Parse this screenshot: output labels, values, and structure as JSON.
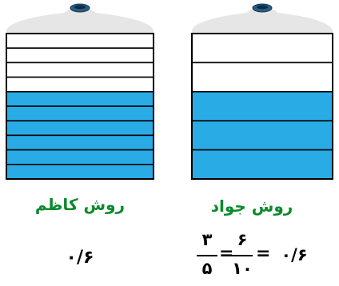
{
  "colors": {
    "water": "#29ace6",
    "empty": "#ffffff",
    "bottle_body": "#e6e6e6",
    "bottle_cap": "#2a5f86",
    "outline": "#000000",
    "caption": "#0b8a2c"
  },
  "bottles": [
    {
      "name": "left",
      "divisions": 10,
      "filled": 6
    },
    {
      "name": "right",
      "divisions": 5,
      "filled": 3
    }
  ],
  "left": {
    "caption": "روش کاظم",
    "decimal": "۰/۶"
  },
  "right": {
    "caption": "روش جواد",
    "fraction1": {
      "numerator": "۳",
      "denominator": "۵"
    },
    "fraction2": {
      "numerator": "۶",
      "denominator": "۱۰"
    },
    "equals": "=",
    "decimal": "۰/۶"
  }
}
